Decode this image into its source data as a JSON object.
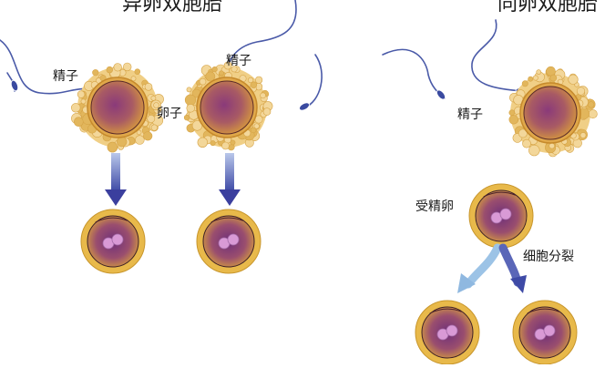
{
  "titles": {
    "fraternal": "异卵双胞胎",
    "identical": "同卵双胞胎"
  },
  "labels": {
    "sperm": "精子",
    "egg": "卵子",
    "zygote": "受精卵",
    "cell_division": "细胞分裂"
  },
  "colors": {
    "cell_outer": "#e8b94a",
    "cell_granules": "#f0cf86",
    "cell_core": "#7a2f6a",
    "nucleus": "#d99ad6",
    "sperm": "#4a5aa8",
    "arrow_dark": "#3b3f9e",
    "arrow_light": "#8fb8e0"
  }
}
